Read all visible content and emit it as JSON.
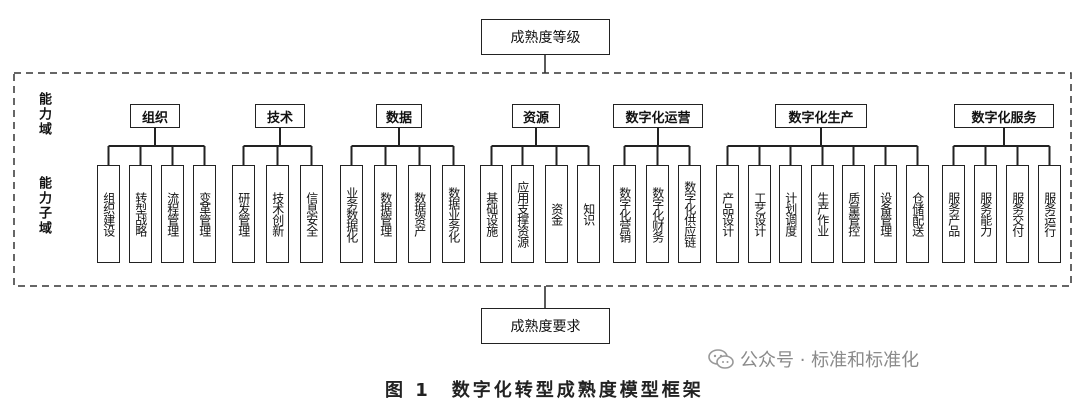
{
  "diagram": {
    "top_label": "成熟度等级",
    "bottom_label": "成熟度要求",
    "capability_domain_label": "能力域",
    "capability_subdomain_label": "能力子域",
    "domains": [
      {
        "name": "组织",
        "subdomains": [
          "组织建设",
          "转型战略",
          "流程管理",
          "变革管理"
        ]
      },
      {
        "name": "技术",
        "subdomains": [
          "研发管理",
          "技术创新",
          "信息安全"
        ]
      },
      {
        "name": "数据",
        "subdomains": [
          "业务数据化",
          "数据管理",
          "数据资产",
          "数据业务化"
        ]
      },
      {
        "name": "资源",
        "subdomains": [
          "基础设施",
          "应用支撑资源",
          "资金",
          "知识"
        ]
      },
      {
        "name": "数字化运营",
        "subdomains": [
          "数字化营销",
          "数字化财务",
          "数字化供应链"
        ]
      },
      {
        "name": "数字化生产",
        "subdomains": [
          "产品设计",
          "工艺设计",
          "计划调度",
          "生产作业",
          "质量管控",
          "设备管理",
          "仓储配送"
        ]
      },
      {
        "name": "数字化服务",
        "subdomains": [
          "服务产品",
          "服务能力",
          "服务交付",
          "服务运行"
        ]
      }
    ]
  },
  "caption": "图 1　数字化转型成熟度模型框架",
  "watermark": "公众号 · 标准和标准化"
}
